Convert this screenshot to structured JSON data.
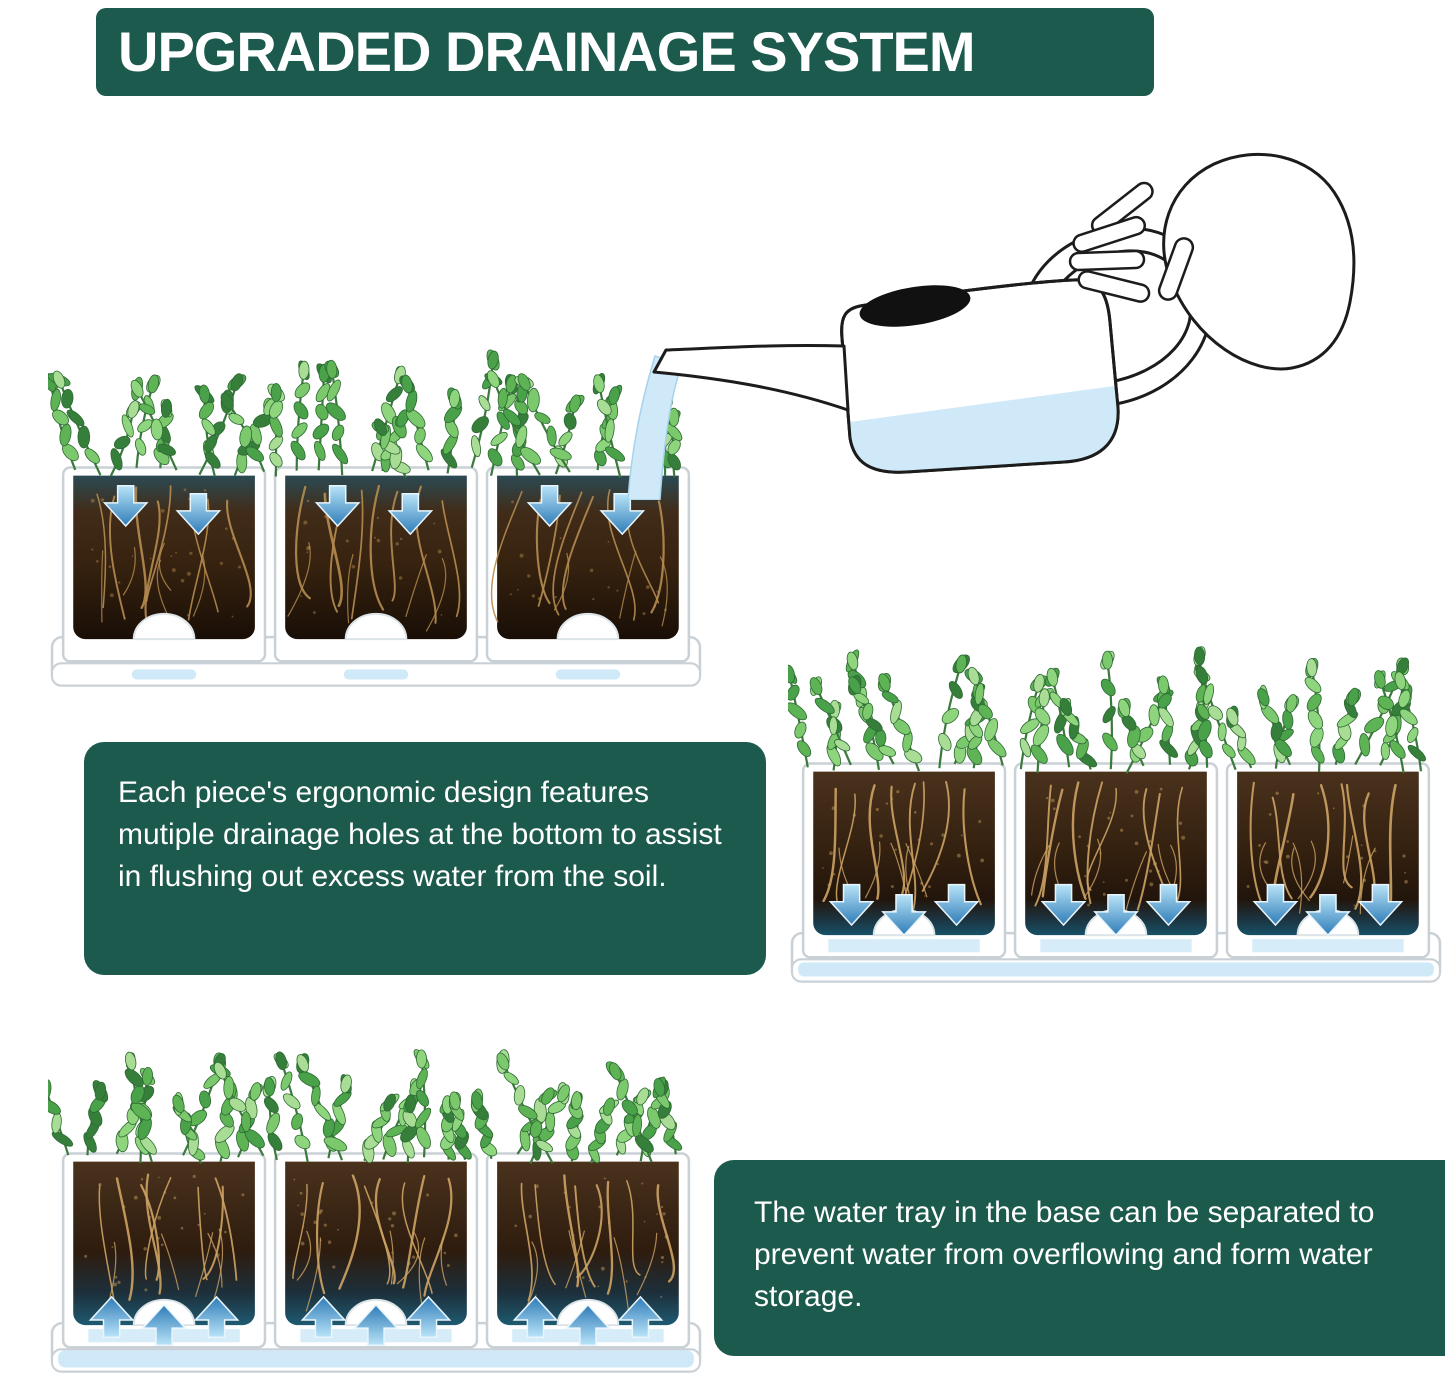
{
  "title": "UPGRADED DRAINAGE SYSTEM",
  "callouts": {
    "drainage_text": "Each piece's ergonomic design features mutiple drainage holes at the bottom to assist in flushing out excess water from the soil.",
    "water_tray_text": "The water tray in the base can be separated to prevent water from overflowing and form water storage."
  },
  "colors": {
    "banner-green": "#1b5a4c",
    "callout-green": "#1b5a4c",
    "water-blue": "#cfe9f8",
    "arrow-blue-light": "#b9e4f8",
    "arrow-blue-dark": "#2f7cb8",
    "leaf-green": "#5eb354",
    "soil-brown": "#3e2a18",
    "root-tan": "#c9a05e",
    "outline-gray": "#c9d1d6",
    "ink": "#1c1c1c",
    "text-white": "#ffffff"
  },
  "illustrations": {
    "watering_can": "hand pouring water from watering can into planters",
    "planter_rows": [
      {
        "name": "top-row",
        "arrows": "water seeping down from soil surface"
      },
      {
        "name": "middle-right-row",
        "arrows": "water draining down through bottom holes into tray"
      },
      {
        "name": "bottom-row",
        "arrows": "stored water wicking up from tray"
      }
    ]
  }
}
